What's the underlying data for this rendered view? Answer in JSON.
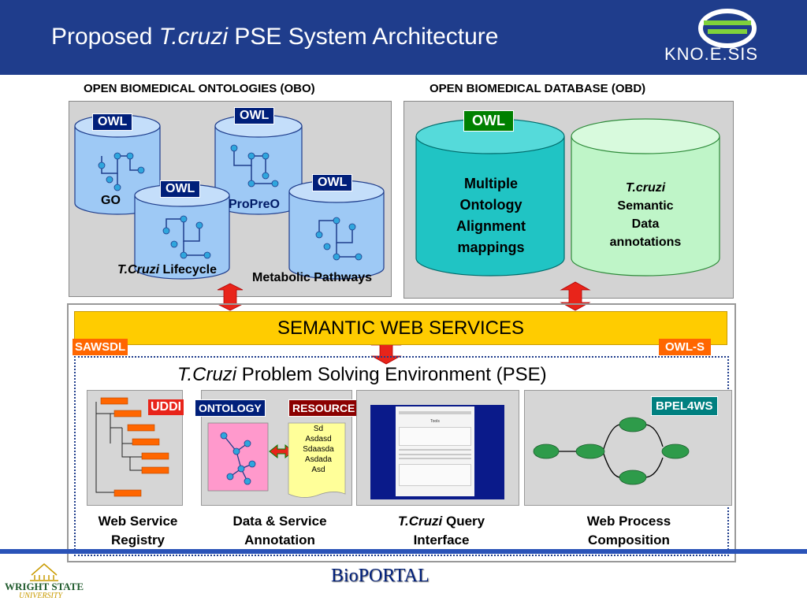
{
  "title": {
    "prefix": "Proposed ",
    "italic": "T.cruzi",
    "suffix": " PSE System Architecture"
  },
  "logo": {
    "text": "KNO.E.SIS"
  },
  "obo": {
    "header": "OPEN BIOMEDICAL ONTOLOGIES  (OBO)",
    "owl_tags": [
      "OWL",
      "OWL",
      "OWL",
      "OWL"
    ],
    "go_label": "GO",
    "propreo_label": "ProPreO",
    "lifecycle_italic": "T.Cruzi",
    "lifecycle_rest": " Lifecycle",
    "metabolic_label": "Metabolic Pathways"
  },
  "obd": {
    "header": "OPEN BIOMEDICAL DATABASE  (OBD)",
    "owl_tag": "OWL",
    "mapping_lines": [
      "Multiple",
      "Ontology",
      "Alignment",
      "mappings"
    ],
    "annot_italic": "T.cruzi",
    "annot_lines": [
      "Semantic",
      "Data",
      "annotations"
    ]
  },
  "services": {
    "bar_label": "SEMANTIC WEB SERVICES",
    "sawsdl": "SAWSDL",
    "owls": "OWL-S",
    "pse_italic": "T.Cruzi",
    "pse_rest": " Problem Solving Environment (PSE)"
  },
  "pse": {
    "uddi": "UDDI",
    "ontology": "ONTOLOGY",
    "resource": "RESOURCE",
    "resource_lines": [
      "Sd",
      "Asdasd",
      "Sdaasda",
      "Asdada",
      "Asd"
    ],
    "bpel": "BPEL4WS",
    "registry_label": [
      "Web Service",
      "Registry"
    ],
    "annotation_label": [
      "Data & Service",
      "Annotation"
    ],
    "query_italic": "T.Cruzi",
    "query_rest": " Query",
    "query_label2": "Interface",
    "composition_label": [
      "Web Process",
      "Composition"
    ]
  },
  "query_screen": {
    "heading": "Tools"
  },
  "footer": {
    "university_line1": "WRIGHT STATE",
    "university_line2": "UNIVERSITY",
    "portal": "BioPORTAL"
  },
  "colors": {
    "header_bg": "#1f3d8c",
    "owl_tag": "#001f7a",
    "services_bar": "#ffcc00",
    "orange_tag": "#ff6600",
    "arrow": "#e8241a",
    "teal": "#008080"
  }
}
